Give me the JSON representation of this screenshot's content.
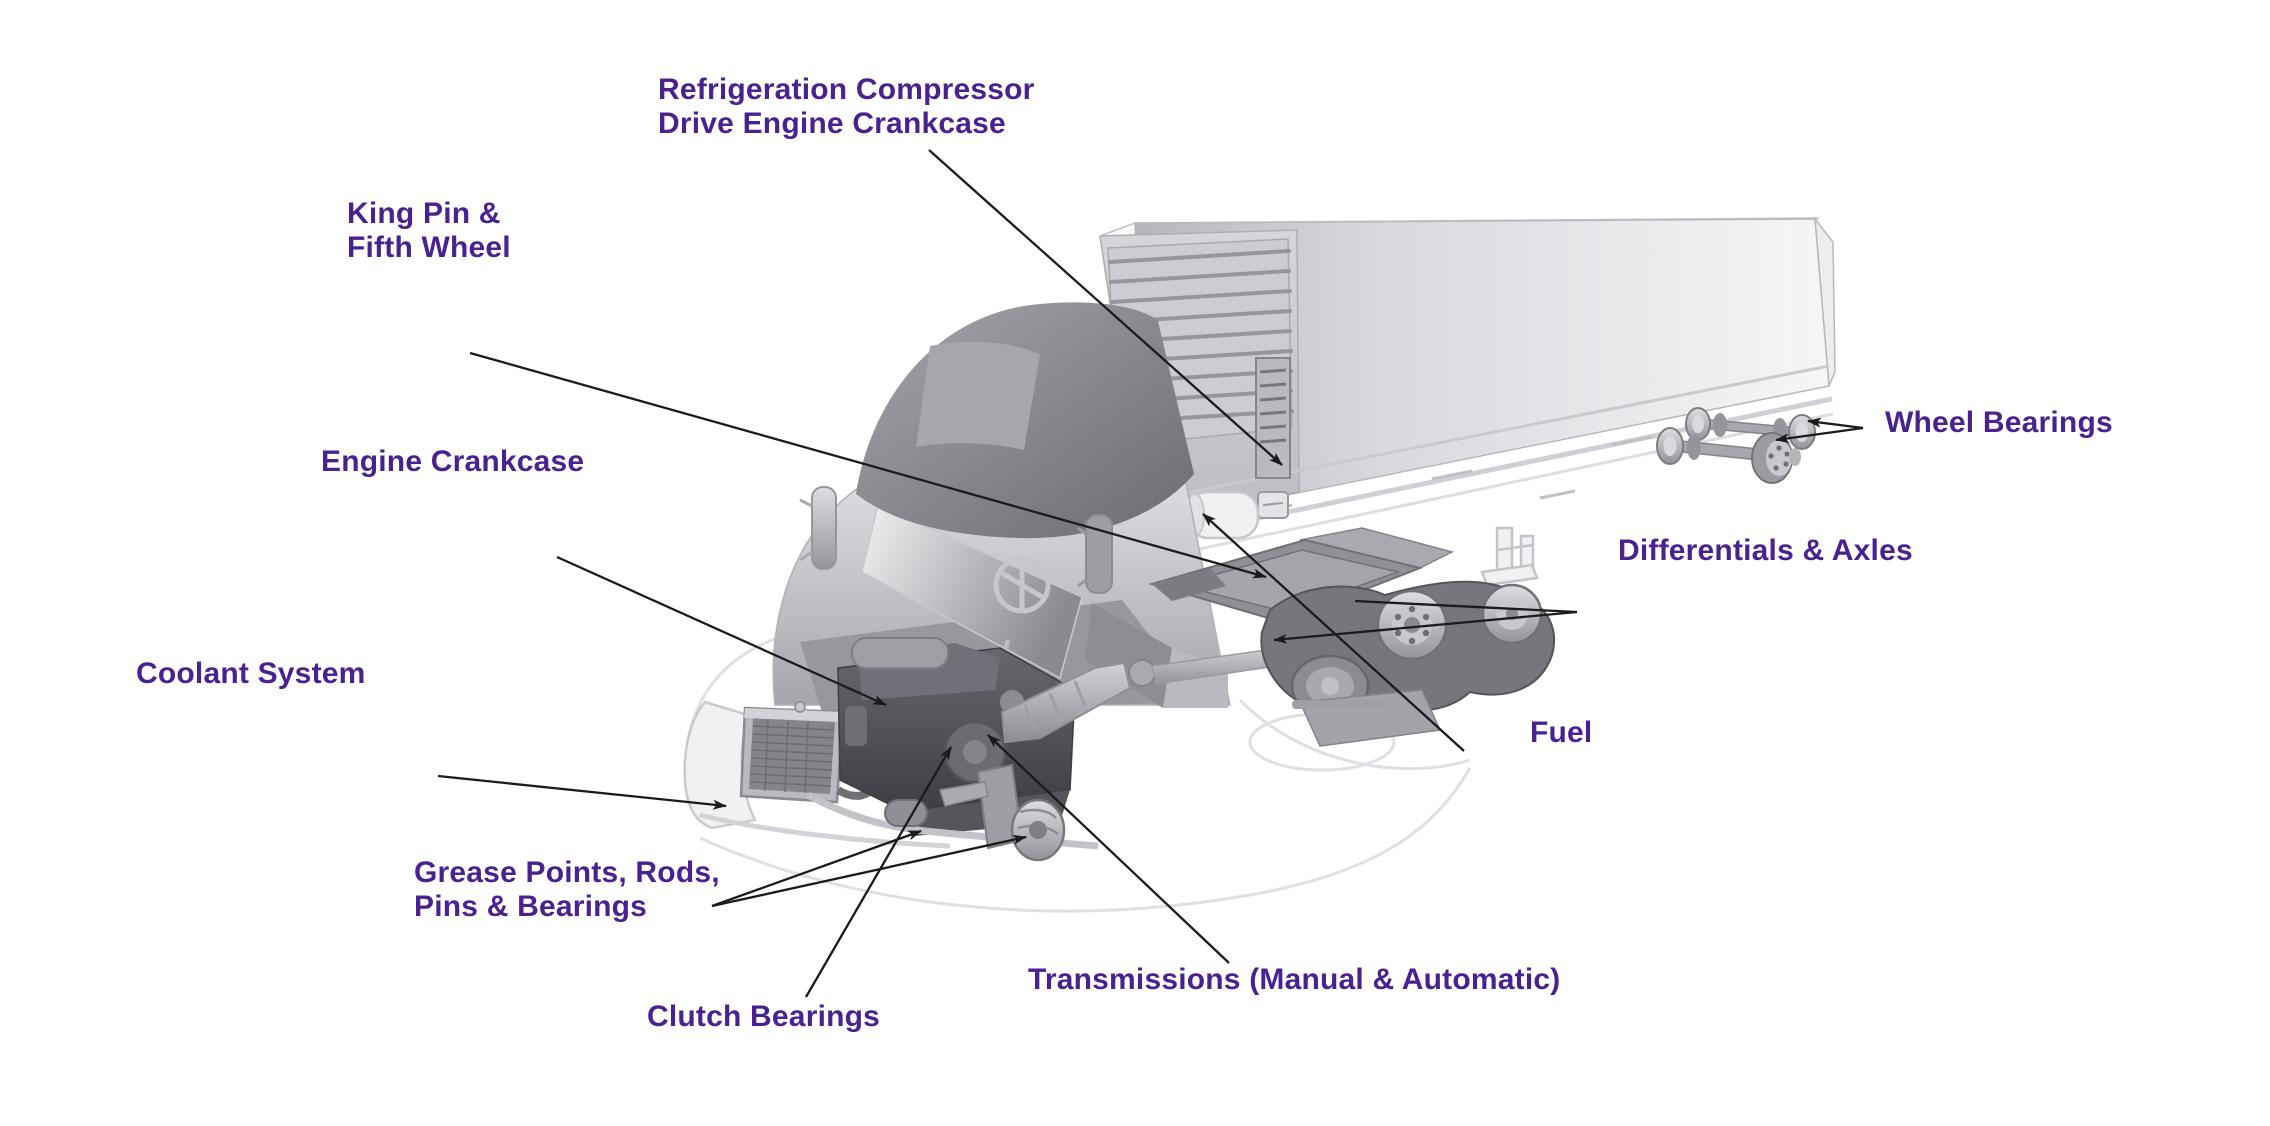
{
  "diagram": {
    "background_color": "#ffffff",
    "label_color": "#4a2190",
    "leader_line_color": "#1b1b1d",
    "illustration_style_colors": {
      "truck_dark_gray": "#4e4f55",
      "truck_mid_gray": "#9b9ca2",
      "truck_light_gray": "#e9e9ed"
    }
  },
  "labels": {
    "refrigeration_compressor": {
      "line1": "Refrigeration Compressor",
      "line2": "Drive Engine Crankcase"
    },
    "king_pin": {
      "line1": "King Pin &",
      "line2": "Fifth Wheel"
    },
    "engine_crankcase": {
      "text": "Engine Crankcase"
    },
    "coolant_system": {
      "text": "Coolant System"
    },
    "grease_points": {
      "line1": "Grease Points, Rods,",
      "line2": "Pins & Bearings"
    },
    "clutch_bearings": {
      "text": "Clutch Bearings"
    },
    "transmissions": {
      "text": "Transmissions (Manual & Automatic)"
    },
    "fuel": {
      "text": "Fuel"
    },
    "differentials_axles": {
      "text": "Differentials & Axles"
    },
    "wheel_bearings": {
      "text": "Wheel Bearings"
    }
  }
}
